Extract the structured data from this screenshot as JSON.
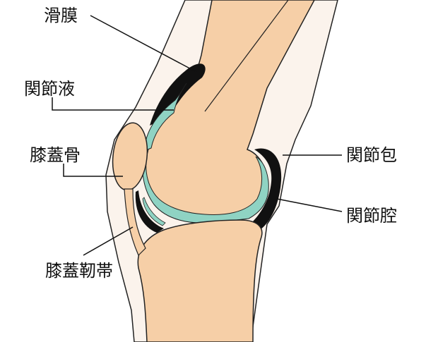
{
  "labels": {
    "synovium": "滑膜",
    "synovial_fluid": "関節液",
    "patella": "膝蓋骨",
    "patellar_ligament": "膝蓋靭帯",
    "joint_capsule": "関節包",
    "joint_cavity": "関節腔"
  },
  "colors": {
    "background": "#ffffff",
    "skin": "#fbf3ec",
    "bone": "#f6cfa7",
    "synovial_fluid": "#8fd3c3",
    "capsule": "#111111",
    "outline": "#222222"
  }
}
